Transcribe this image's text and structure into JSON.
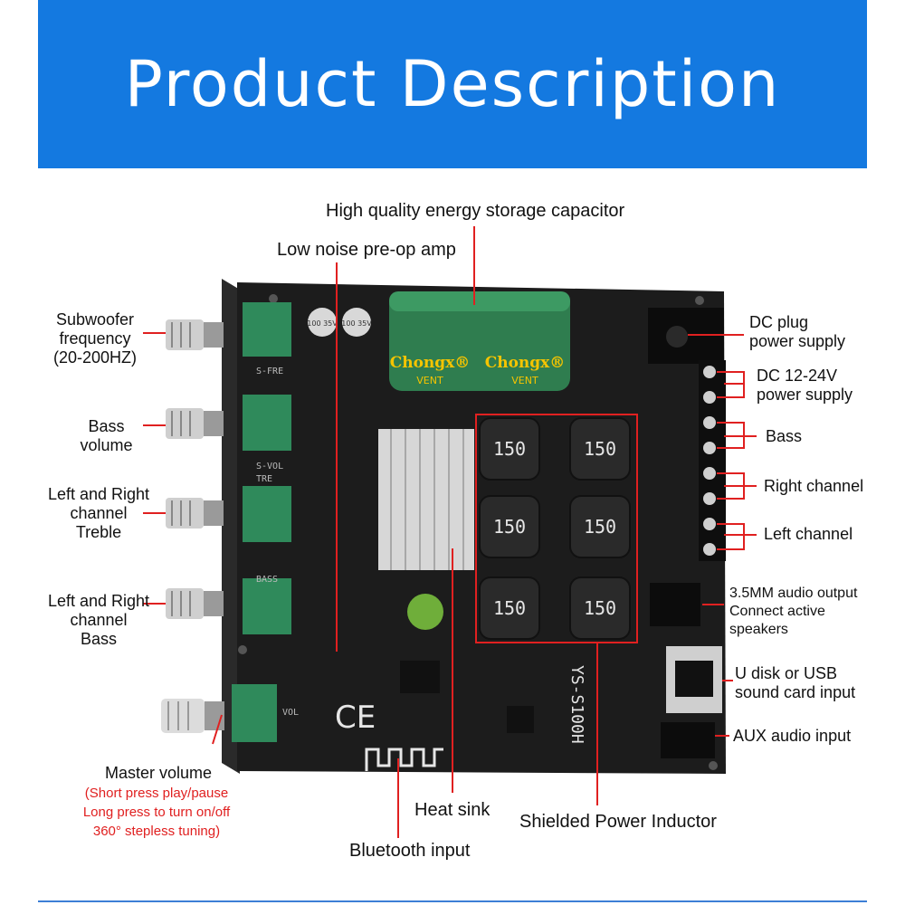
{
  "banner": {
    "title": "Product Description"
  },
  "labels": {
    "capacitor": "High quality energy storage capacitor",
    "preop": "Low noise pre-op amp",
    "sub_freq": [
      "Subwoofer",
      "frequency",
      "(20-200HZ)"
    ],
    "bass_volume": [
      "Bass",
      "volume"
    ],
    "lr_treble": [
      "Left and Right",
      "channel",
      "Treble"
    ],
    "lr_bass": [
      "Left and Right",
      "channel",
      "Bass"
    ],
    "master": "Master volume",
    "master_notes": [
      "(Short press play/pause",
      "Long press to turn on/off",
      "360° stepless tuning)"
    ],
    "heat_sink": "Heat sink",
    "bluetooth": "Bluetooth input",
    "inductor": "Shielded Power Inductor",
    "dc_plug": [
      "DC plug",
      "power supply"
    ],
    "dc_1224": [
      "DC 12-24V",
      "power supply"
    ],
    "bass": "Bass",
    "right_channel": "Right channel",
    "left_channel": "Left channel",
    "audio_out": [
      "3.5MM audio output",
      "Connect active",
      "speakers"
    ],
    "udisk": [
      "U disk or USB",
      "sound card input"
    ],
    "aux": "AUX audio input"
  },
  "board_text": {
    "brand1": "Chongx®",
    "brand2": "Chongx®",
    "vent1": "VENT",
    "vent2": "VENT",
    "inductor_value": "150",
    "model": "YS-S100H",
    "ce": "CE",
    "silk_sfre": "S-FRE",
    "silk_svol": "S-VOL",
    "silk_tre": "TRE",
    "silk_bass": "BASS",
    "silk_vol": "VOL",
    "cap_small": "100 35V"
  },
  "colors": {
    "banner": "#1479e0",
    "pointer": "#e02020",
    "board": "#1c1c1c",
    "pot": "#2f8a5b",
    "cap": "#2f7d4f"
  }
}
